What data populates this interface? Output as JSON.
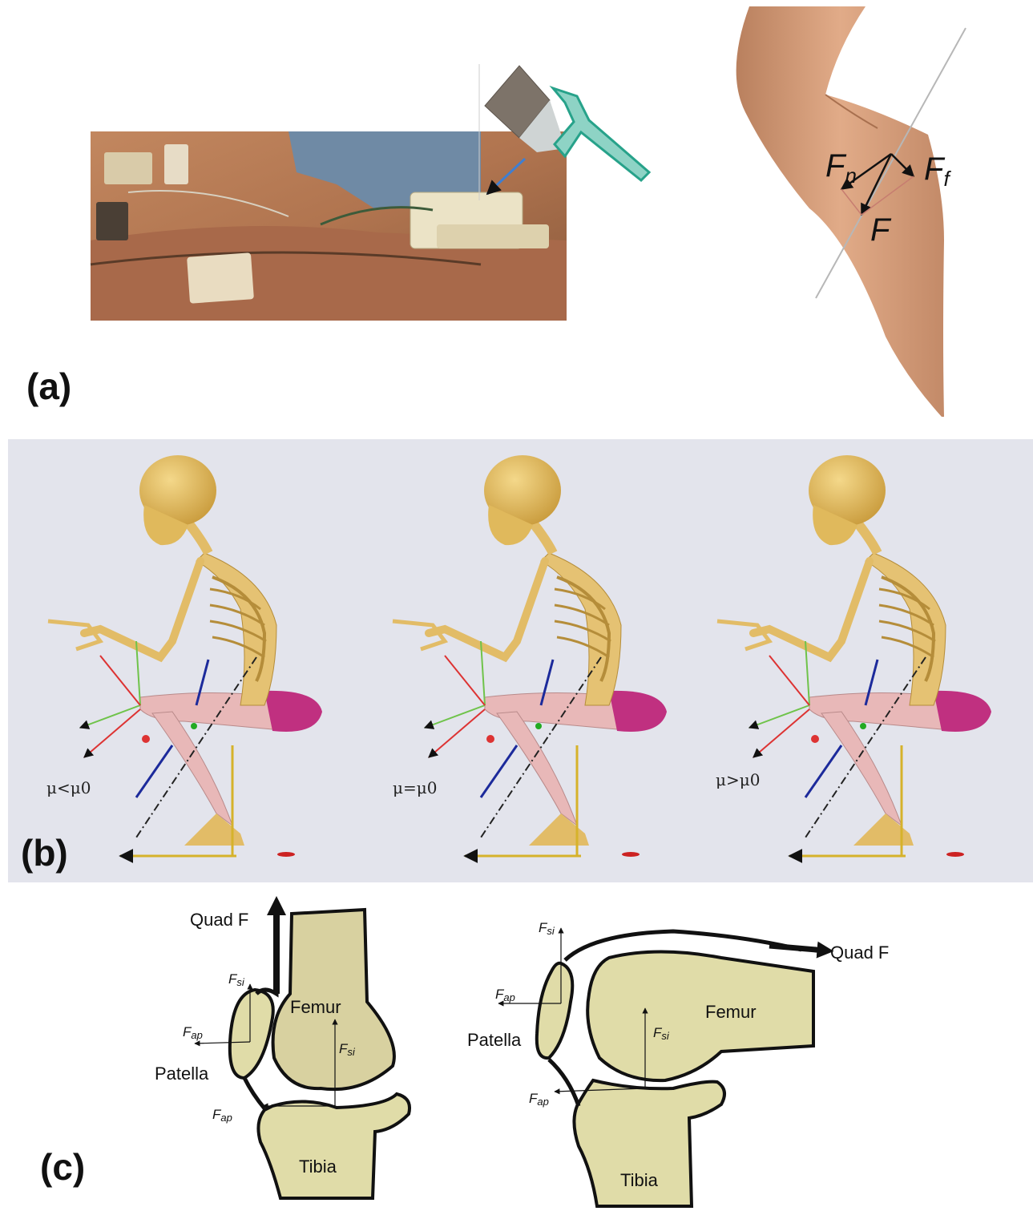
{
  "panels": {
    "a": {
      "label": "(a)"
    },
    "b": {
      "label": "(b)"
    },
    "c": {
      "label": "(c)"
    }
  },
  "panel_a": {
    "force_labels": {
      "Fn_main": "F",
      "Fn_sub": "n",
      "Ff_main": "F",
      "Ff_sub": "f",
      "F": "F"
    }
  },
  "panel_b": {
    "conditions": [
      "μ<μ0",
      "μ=μ0",
      "μ>μ0"
    ]
  },
  "panel_c": {
    "left": {
      "quad": "Quad F",
      "fsi_main": "F",
      "fsi_sub": "si",
      "fap_main": "F",
      "fap_sub": "ap",
      "patella": "Patella",
      "femur": "Femur",
      "tibia": "Tibia"
    },
    "right": {
      "quad": "Quad F",
      "fsi_main": "F",
      "fsi_sub": "si",
      "fap_main": "F",
      "fap_sub": "ap",
      "patella": "Patella",
      "femur": "Femur",
      "tibia": "Tibia"
    }
  },
  "colors": {
    "bone_fill": "#e0dca8",
    "background_b": "#e3e4ec",
    "skin": "#d7a27f",
    "skeleton": "#d9b35a"
  }
}
